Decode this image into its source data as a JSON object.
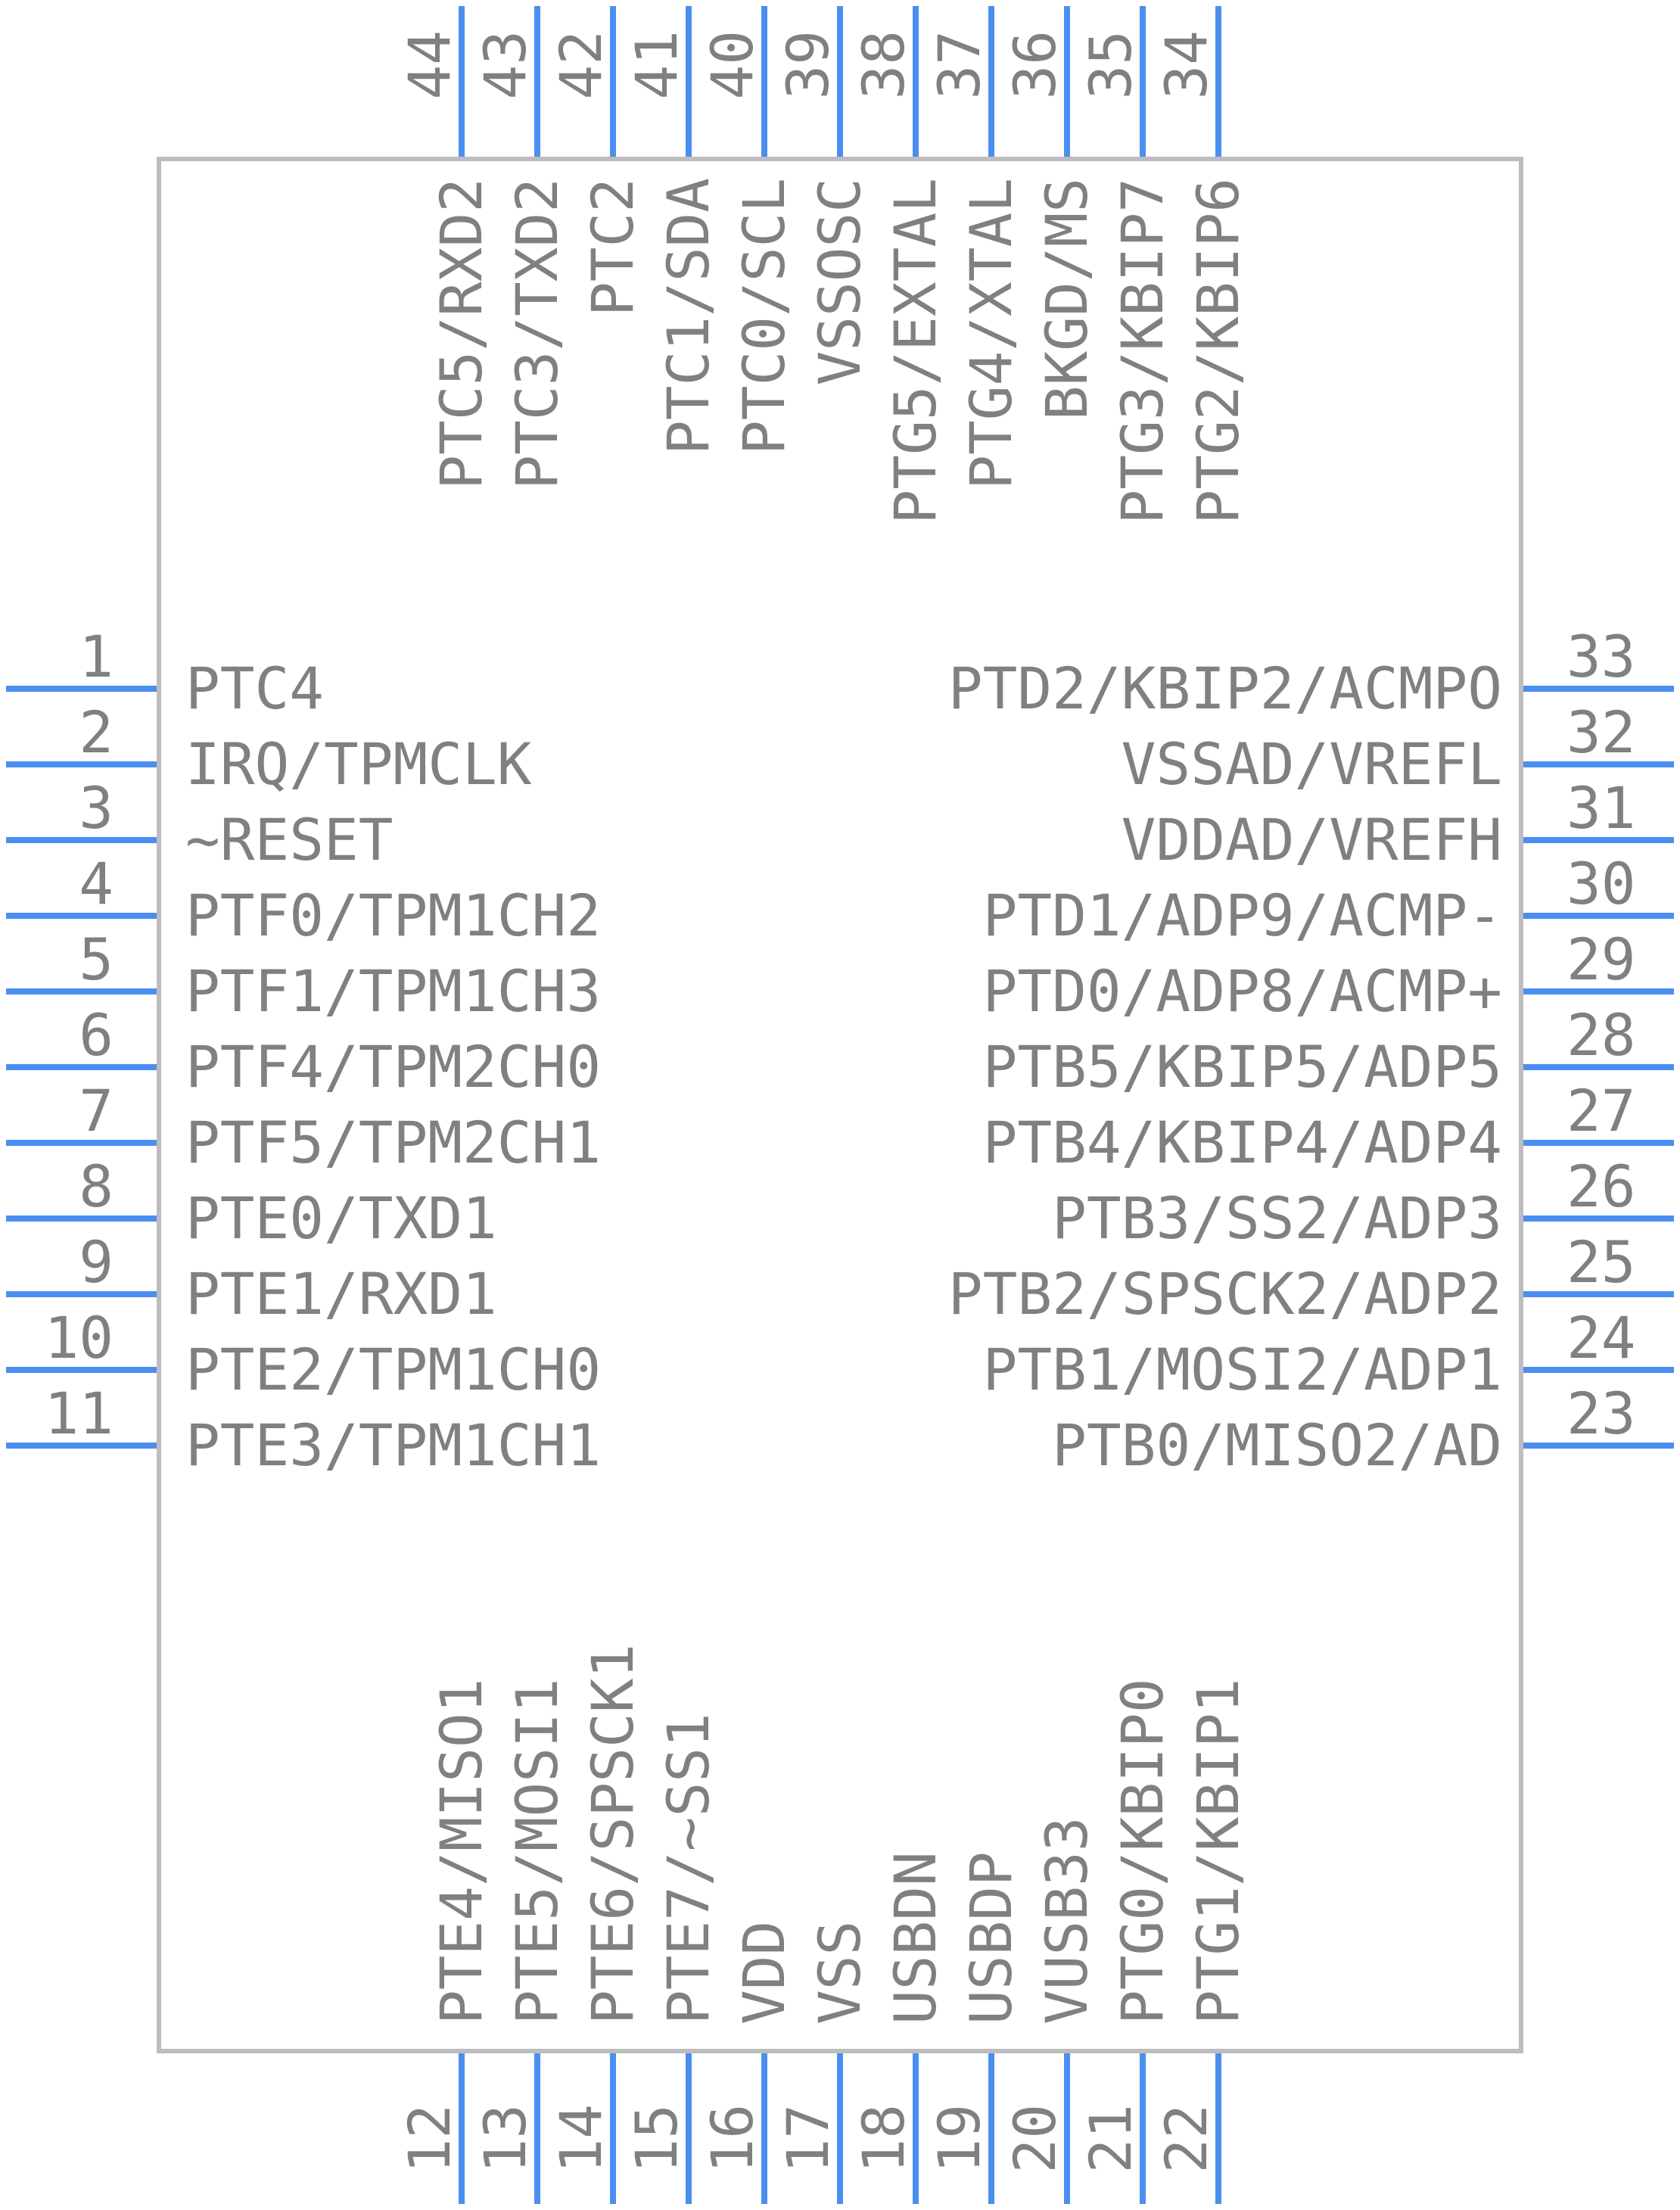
{
  "colors": {
    "pin": "#4a8ff0",
    "body_outline": "#bdbdbd",
    "text": "#808080"
  },
  "left_pins": [
    {
      "num": "1",
      "name": "PTC4"
    },
    {
      "num": "2",
      "name": "IRQ/TPMCLK"
    },
    {
      "num": "3",
      "name": "~RESET"
    },
    {
      "num": "4",
      "name": "PTF0/TPM1CH2"
    },
    {
      "num": "5",
      "name": "PTF1/TPM1CH3"
    },
    {
      "num": "6",
      "name": "PTF4/TPM2CH0"
    },
    {
      "num": "7",
      "name": "PTF5/TPM2CH1"
    },
    {
      "num": "8",
      "name": "PTE0/TXD1"
    },
    {
      "num": "9",
      "name": "PTE1/RXD1"
    },
    {
      "num": "10",
      "name": "PTE2/TPM1CH0"
    },
    {
      "num": "11",
      "name": "PTE3/TPM1CH1"
    }
  ],
  "bottom_pins": [
    {
      "num": "12",
      "name": "PTE4/MISO1"
    },
    {
      "num": "13",
      "name": "PTE5/MOSI1"
    },
    {
      "num": "14",
      "name": "PTE6/SPSCK1"
    },
    {
      "num": "15",
      "name": "PTE7/~SS1"
    },
    {
      "num": "16",
      "name": "VDD"
    },
    {
      "num": "17",
      "name": "VSS"
    },
    {
      "num": "18",
      "name": "USBDN"
    },
    {
      "num": "19",
      "name": "USBDP"
    },
    {
      "num": "20",
      "name": "VUSB33"
    },
    {
      "num": "21",
      "name": "PTG0/KBIP0"
    },
    {
      "num": "22",
      "name": "PTG1/KBIP1"
    }
  ],
  "right_pins": [
    {
      "num": "23",
      "name": "PTB0/MISO2/AD"
    },
    {
      "num": "24",
      "name": "PTB1/MOSI2/ADP1"
    },
    {
      "num": "25",
      "name": "PTB2/SPSCK2/ADP2"
    },
    {
      "num": "26",
      "name": "PTB3/SS2/ADP3"
    },
    {
      "num": "27",
      "name": "PTB4/KBIP4/ADP4"
    },
    {
      "num": "28",
      "name": "PTB5/KBIP5/ADP5"
    },
    {
      "num": "29",
      "name": "PTD0/ADP8/ACMP+"
    },
    {
      "num": "30",
      "name": "PTD1/ADP9/ACMP-"
    },
    {
      "num": "31",
      "name": "VDDAD/VREFH"
    },
    {
      "num": "32",
      "name": "VSSAD/VREFL"
    },
    {
      "num": "33",
      "name": "PTD2/KBIP2/ACMPO"
    }
  ],
  "top_pins": [
    {
      "num": "34",
      "name": "PTG2/KBIP6"
    },
    {
      "num": "35",
      "name": "PTG3/KBIP7"
    },
    {
      "num": "36",
      "name": "BKGD/MS"
    },
    {
      "num": "37",
      "name": "PTG4/XTAL"
    },
    {
      "num": "38",
      "name": "PTG5/EXTAL"
    },
    {
      "num": "39",
      "name": "VSSOSC"
    },
    {
      "num": "40",
      "name": "PTC0/SCL"
    },
    {
      "num": "41",
      "name": "PTC1/SDA"
    },
    {
      "num": "42",
      "name": "PTC2"
    },
    {
      "num": "43",
      "name": "PTC3/TXD2"
    },
    {
      "num": "44",
      "name": "PTC5/RXD2"
    }
  ]
}
